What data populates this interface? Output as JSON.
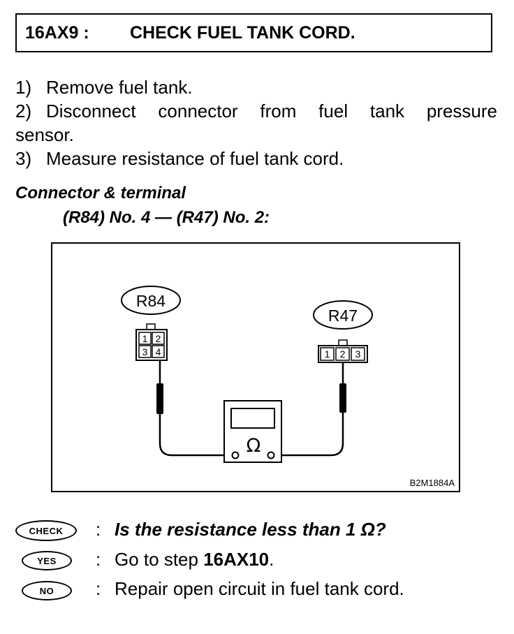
{
  "header": {
    "step_id": "16AX9 :",
    "title": "CHECK FUEL TANK CORD."
  },
  "steps": [
    {
      "num": "1)",
      "text": "Remove fuel tank."
    },
    {
      "num": "2)",
      "text_line1": "Disconnect connector from fuel tank pressure",
      "text_line2": "sensor."
    },
    {
      "num": "3)",
      "text": "Measure resistance of fuel tank cord."
    }
  ],
  "connector": {
    "label": "Connector & terminal",
    "spec": "(R84) No. 4 — (R47) No. 2:"
  },
  "diagram": {
    "left_connector": {
      "name": "R84",
      "pins": [
        "1",
        "2",
        "3",
        "4"
      ]
    },
    "right_connector": {
      "name": "R47",
      "pins": [
        "1",
        "2",
        "3"
      ]
    },
    "meter_symbol": "Ω",
    "figure_code": "B2M1884A"
  },
  "results": {
    "check": {
      "badge": "CHECK",
      "colon": ":",
      "text": "Is the resistance less than 1 Ω?"
    },
    "yes": {
      "badge": "YES",
      "colon": ":",
      "text_prefix": "Go to step ",
      "text_bold": "16AX10",
      "text_suffix": "."
    },
    "no": {
      "badge": "NO",
      "colon": ":",
      "text": "Repair open circuit in fuel tank cord."
    }
  }
}
